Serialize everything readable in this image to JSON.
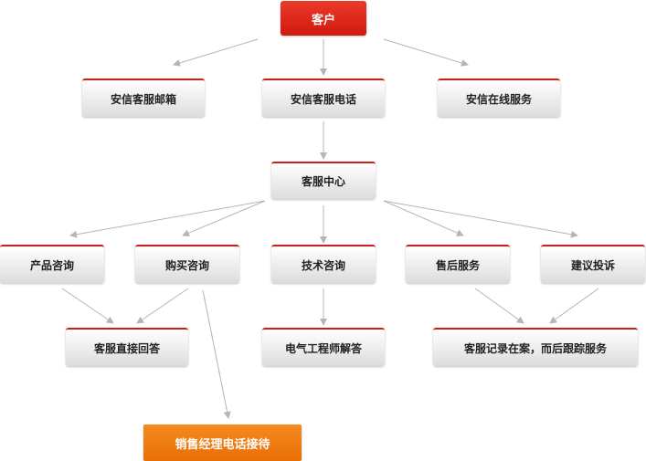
{
  "diagram": {
    "nodes": {
      "customer": "客户",
      "email": "安信客服邮箱",
      "phone": "安信客服电话",
      "online": "安信在线服务",
      "center": "客服中心",
      "product": "产品咨询",
      "purchase": "购买咨询",
      "tech": "技术咨询",
      "aftersale": "售后服务",
      "complaint": "建议投诉",
      "direct_reply": "客服直接回答",
      "engineer": "电气工程师解答",
      "record": "客服记录在案，而后跟踪服务",
      "sales_manager": "销售经理电话接待"
    },
    "colors": {
      "accent": "#c8211b",
      "orange": "#e86f04",
      "arrow": "#b5b5b5"
    }
  }
}
